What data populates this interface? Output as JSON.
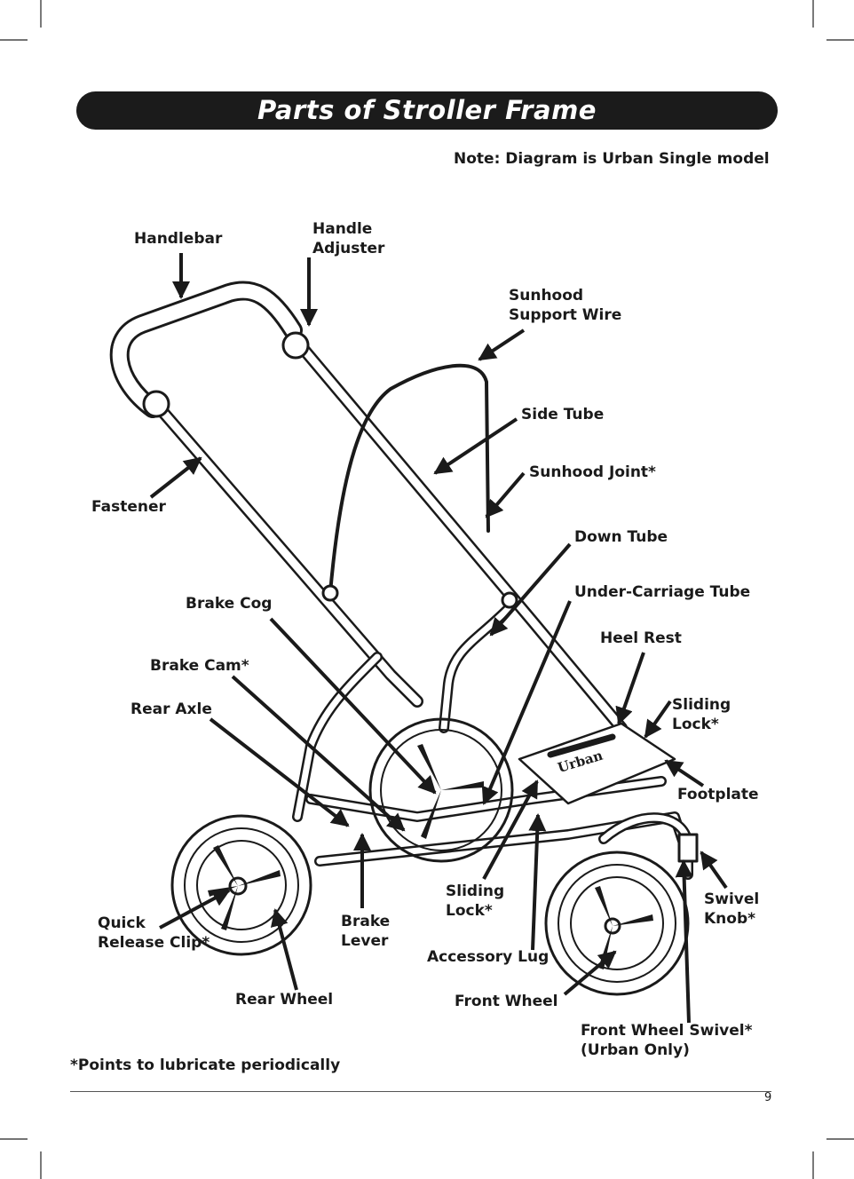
{
  "title": "Parts of Stroller Frame",
  "note": "Note: Diagram is Urban Single model",
  "brand_text": "Urban",
  "labels": {
    "handlebar": "Handlebar",
    "handle_adjuster": [
      "Handle",
      "Adjuster"
    ],
    "sunhood_support_wire": [
      "Sunhood",
      "Support Wire"
    ],
    "side_tube": "Side Tube",
    "sunhood_joint": "Sunhood Joint*",
    "fastener": "Fastener",
    "down_tube": "Down Tube",
    "under_carriage_tube": "Under-Carriage Tube",
    "brake_cog": "Brake Cog",
    "heel_rest": "Heel Rest",
    "brake_cam": "Brake Cam*",
    "rear_axle": "Rear Axle",
    "sliding_lock_right": [
      "Sliding",
      "Lock*"
    ],
    "footplate": "Footplate",
    "sliding_lock_center": [
      "Sliding",
      "Lock*"
    ],
    "swivel_knob": [
      "Swivel",
      "Knob*"
    ],
    "quick_release_clip": [
      "Quick",
      "Release Clip*"
    ],
    "brake_lever": [
      "Brake",
      "Lever"
    ],
    "accessory_lug": "Accessory Lug",
    "rear_wheel": "Rear Wheel",
    "front_wheel": "Front Wheel",
    "front_wheel_swivel": [
      "Front Wheel Swivel*",
      "(Urban Only)"
    ]
  },
  "footnote": "*Points to lubricate periodically",
  "page_number": "9"
}
